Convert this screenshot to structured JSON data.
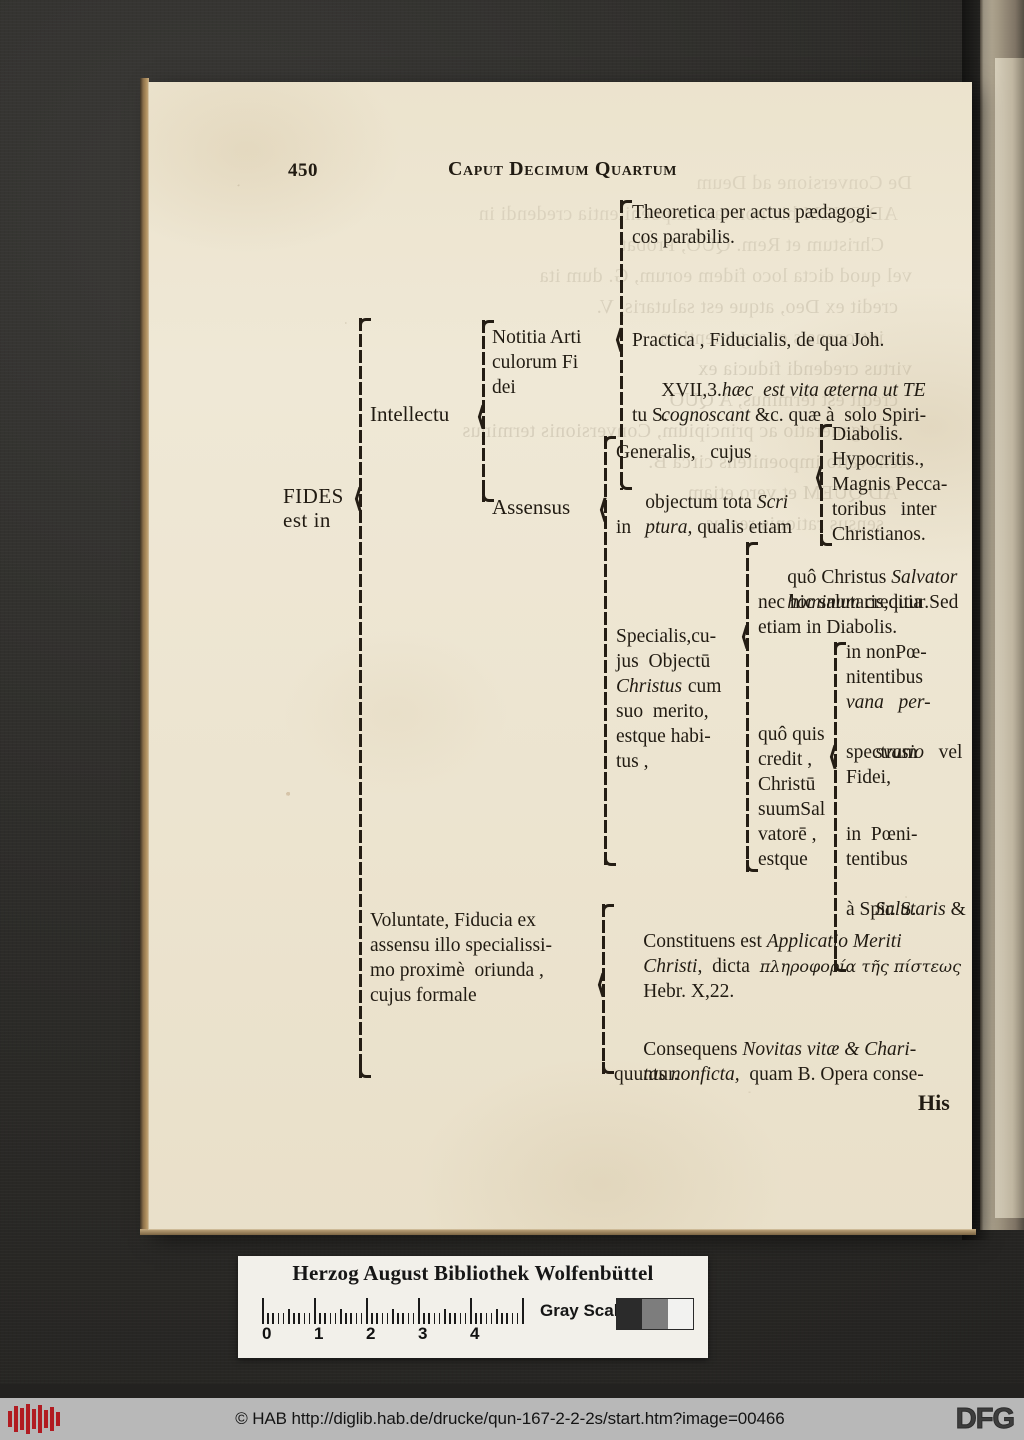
{
  "page": {
    "folio": "450",
    "running_head": "Caput Decimum Quartum",
    "catchword": "His"
  },
  "tree": {
    "root_label_line1": "FIDES",
    "root_label_line2": "est in",
    "branches": [
      {
        "id": "intellectu",
        "label": "Intellectu",
        "children": [
          {
            "id": "notitia",
            "label_lines": [
              "Notitia Arti",
              "culorum Fi",
              "dei"
            ],
            "children": [
              {
                "id": "theoretica",
                "lines": [
                  [
                    {
                      "t": "Theoretica per actus pædagogi-",
                      "s": "r"
                    }
                  ],
                  [
                    {
                      "t": "cos parabilis.",
                      "s": "r"
                    }
                  ]
                ]
              },
              {
                "id": "practica",
                "lines": [
                  [
                    {
                      "t": "Practica , Fiducialis, de qua Joh.",
                      "s": "r"
                    }
                  ],
                  [
                    {
                      "t": "XVII,",
                      "s": "r"
                    },
                    {
                      "t": "3.",
                      "s": "r"
                    },
                    {
                      "t": "hæc  est vita æterna ut TE",
                      "s": "i"
                    }
                  ],
                  [
                    {
                      "t": "cognoscant",
                      "s": "i"
                    },
                    {
                      "t": " &c. quæ à  solo Spiri-",
                      "s": "r"
                    }
                  ],
                  [
                    {
                      "t": "tu S.",
                      "s": "r"
                    }
                  ]
                ]
              }
            ]
          },
          {
            "id": "assensus",
            "label_lines": [
              "Assensus"
            ],
            "children": [
              {
                "id": "generalis",
                "lines": [
                  [
                    {
                      "t": "Generalis,   cujus",
                      "s": "r"
                    }
                  ],
                  [
                    {
                      "t": "objectum tota ",
                      "s": "r"
                    },
                    {
                      "t": "Scri",
                      "s": "i"
                    }
                  ],
                  [
                    {
                      "t": "ptura,",
                      "s": "i"
                    },
                    {
                      "t": " qualis etiam",
                      "s": "r"
                    }
                  ],
                  [
                    {
                      "t": "in",
                      "s": "r"
                    }
                  ]
                ],
                "children": [
                  {
                    "id": "diabolis",
                    "lines": [
                      [
                        {
                          "t": "Diabolis.",
                          "s": "r"
                        }
                      ]
                    ]
                  },
                  {
                    "id": "hypocritis",
                    "lines": [
                      [
                        {
                          "t": "Hypocritis.,",
                          "s": "r"
                        }
                      ]
                    ]
                  },
                  {
                    "id": "magnis-peccatoribus",
                    "lines": [
                      [
                        {
                          "t": "Magnis Pecca-",
                          "s": "r"
                        }
                      ],
                      [
                        {
                          "t": "toribus   inter",
                          "s": "r"
                        }
                      ],
                      [
                        {
                          "t": "Christianos.",
                          "s": "r"
                        }
                      ]
                    ]
                  }
                ]
              },
              {
                "id": "specialis",
                "lines": [
                  [
                    {
                      "t": "Specialis,cu-",
                      "s": "r"
                    }
                  ],
                  [
                    {
                      "t": "jus  Objectū",
                      "s": "r"
                    }
                  ],
                  [
                    {
                      "t": "Christus",
                      "s": "i"
                    },
                    {
                      "t": " cum",
                      "s": "r"
                    }
                  ],
                  [
                    {
                      "t": "suo  merito,",
                      "s": "r"
                    }
                  ],
                  [
                    {
                      "t": "estque habi-",
                      "s": "r"
                    }
                  ],
                  [
                    {
                      "t": "tus ,",
                      "s": "r"
                    }
                  ]
                ],
                "children": [
                  {
                    "id": "quo-christus",
                    "lines": [
                      [
                        {
                          "t": "quô Christus ",
                          "s": "r"
                        },
                        {
                          "t": "Salvator",
                          "s": "i"
                        }
                      ],
                      [
                        {
                          "t": "hominum",
                          "s": "i"
                        },
                        {
                          "t": " creditur.Sed",
                          "s": "r"
                        }
                      ],
                      [
                        {
                          "t": "nec hic salutaris,quia",
                          "s": "r"
                        }
                      ],
                      [
                        {
                          "t": "etiam in Diabolis.",
                          "s": "r"
                        }
                      ]
                    ]
                  },
                  {
                    "id": "quo-quis-credit",
                    "lines": [
                      [
                        {
                          "t": "quô quis",
                          "s": "r"
                        }
                      ],
                      [
                        {
                          "t": "credit ,",
                          "s": "r"
                        }
                      ],
                      [
                        {
                          "t": "Christū",
                          "s": "r"
                        }
                      ],
                      [
                        {
                          "t": "suumSal",
                          "s": "r"
                        }
                      ],
                      [
                        {
                          "t": "vatorē ,",
                          "s": "r"
                        }
                      ],
                      [
                        {
                          "t": "estque",
                          "s": "r"
                        }
                      ]
                    ],
                    "children": [
                      {
                        "id": "non-poenitentibus",
                        "lines": [
                          [
                            {
                              "t": "in nonPœ-",
                              "s": "r"
                            }
                          ],
                          [
                            {
                              "t": "nitentibus",
                              "s": "r"
                            }
                          ],
                          [
                            {
                              "t": "vana   per-",
                              "s": "i"
                            }
                          ],
                          [
                            {
                              "t": "svasio",
                              "s": "i"
                            },
                            {
                              "t": "   vel",
                              "s": "r"
                            }
                          ],
                          [
                            {
                              "t": "spectrum",
                              "s": "r"
                            }
                          ],
                          [
                            {
                              "t": "Fidei,",
                              "s": "r"
                            }
                          ]
                        ]
                      },
                      {
                        "id": "poenitentibus",
                        "lines": [
                          [
                            {
                              "t": "in  Pœni-",
                              "s": "r"
                            }
                          ],
                          [
                            {
                              "t": "tentibus",
                              "s": "r"
                            }
                          ],
                          [
                            {
                              "t": "Salutaris",
                              "s": "i"
                            },
                            {
                              "t": " &",
                              "s": "r"
                            }
                          ],
                          [
                            {
                              "t": "à Spir. S.",
                              "s": "r"
                            }
                          ]
                        ]
                      }
                    ]
                  }
                ]
              }
            ]
          }
        ]
      },
      {
        "id": "voluntate",
        "label_lines": [
          "Voluntate, Fiducia ex",
          "assensu illo specialissi-",
          "mo proximè  oriunda ,",
          "cujus formale"
        ],
        "children": [
          {
            "id": "constituens",
            "lines": [
              [
                {
                  "t": "Constituens est ",
                  "s": "r"
                },
                {
                  "t": "Applicatio Meriti",
                  "s": "i"
                }
              ],
              [
                {
                  "t": "Christi",
                  "s": "i"
                },
                {
                  "t": ",  dicta  ",
                  "s": "r"
                },
                {
                  "t": "πληροφορία τῆς πίστεως",
                  "s": "g"
                }
              ],
              [
                {
                  "t": "Hebr. X,",
                  "s": "r"
                },
                {
                  "t": "22.",
                  "s": "r"
                }
              ]
            ]
          },
          {
            "id": "consequens",
            "lines": [
              [
                {
                  "t": "Consequens ",
                  "s": "r"
                },
                {
                  "t": "Novitas vitæ & Chari-",
                  "s": "i"
                }
              ],
              [
                {
                  "t": "tas nonficta,",
                  "s": "i"
                },
                {
                  "t": "  quam B. Opera conse-",
                  "s": "r"
                }
              ],
              [
                {
                  "t": "quuntur.",
                  "s": "r"
                }
              ]
            ]
          }
        ]
      }
    ]
  },
  "calibration_card": {
    "institution": "Herzog August Bibliothek Wolfenbüttel",
    "gray_scale_label": "Gray Scale",
    "ruler_numbers": [
      "0",
      "1",
      "2",
      "3",
      "4"
    ],
    "gray_patches": [
      "#2b2b2b",
      "#7d7d7d",
      "#f2f2f0"
    ]
  },
  "footer": {
    "credit": "© HAB http://diglib.hab.de/drucke/qun-167-2-2-2s/start.htm?image=00466",
    "funder": "DFG",
    "logo_color": "#b11b21",
    "bar_color": "#b8b8b8"
  },
  "bleed_through_lines": [
    "De Conversione ad Deum",
    "AD QUEM hic non tam impoenitentia credendi in",
    "Christum et Rem. QUO, Probat",
    "vel quod dicta loco fidem eorum, G. dum ita",
    "credit ex Deo, atque est salutaris, V.",
    "introcensis et argumentis a",
    "virtus credendi fiducia ex",
    "credit est terminus, A QUO",
    "Regeneratio ac principium, Conversionis terminus",
    "Renovatio impoenitens circa B.",
    "AD QUEM et vero etiam",
    "sensus rationis rectus"
  ]
}
